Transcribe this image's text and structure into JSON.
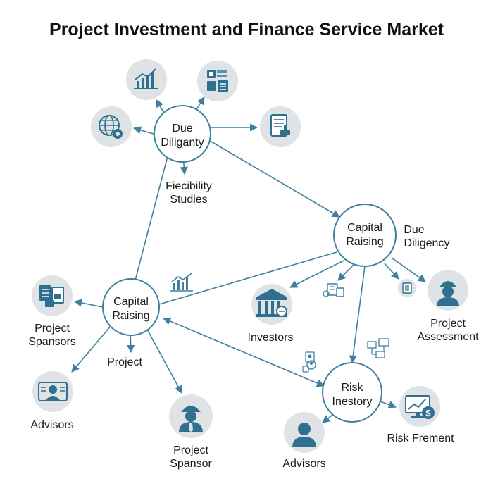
{
  "title": "Project Investment and Finance Service Market",
  "colors": {
    "accent": "#3f7f9f",
    "icon_background": "#dfe3e6",
    "text": "#111111"
  },
  "nodes": {
    "due_diligence": {
      "line1": "Due",
      "line2": "Diliganty"
    },
    "capital_raising_right": {
      "line1": "Capital",
      "line2": "Raising"
    },
    "capital_raising_left": {
      "line1": "Capital",
      "line2": "Raising"
    },
    "risk_inventory": {
      "line1": "Risk",
      "line2": "Inestory"
    }
  },
  "labels": {
    "feasibility_line1": "Fiecibility",
    "feasibility_line2": "Studies",
    "due_diligency_line1": "Due",
    "due_diligency_line2": "Diligency",
    "project_sponsors_line1": "Project",
    "project_sponsors_line2": "Spansors",
    "project": "Project",
    "advisors_left": "Advisors",
    "project_sponsor_line1": "Project",
    "project_sponsor_line2": "Spansor",
    "investors": "Investors",
    "project_assessment_line1": "Project",
    "project_assessment_line2": "Assessment",
    "advisors_bottom": "Advisors",
    "risk_frement": "Risk Frement"
  },
  "icons": [
    "line-chart-icon",
    "document-grid-icon",
    "globe-gear-icon",
    "document-stamp-icon",
    "small-chart-icon",
    "document-report-icon",
    "user-id-card-icon",
    "worker-person-icon",
    "bank-building-icon",
    "building-calculator-icon",
    "finance-report-icon",
    "inspector-person-icon",
    "people-documents-icon",
    "network-screens-icon",
    "person-icon",
    "monitor-dollar-icon"
  ]
}
